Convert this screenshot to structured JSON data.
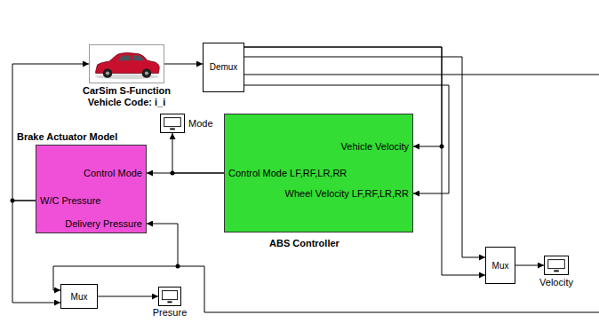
{
  "diagram": {
    "nodes": [
      {
        "text": [
          "CarSim S-Function Vehicle Code: i_i"
        ]
      },
      {
        "text": [
          "Demux"
        ]
      },
      {
        "text": [
          "Mode"
        ]
      },
      {
        "text": [
          "Brake Actuator Model",
          "Control Mode",
          "W/C Pressure",
          "Delivery Pressure"
        ]
      },
      {
        "text": [
          "ABS Controller",
          "Vehicle Velocity",
          "Control Mode LF,RF,LR,RR",
          "Wheel Velocity LF,RF,LR,RR"
        ]
      },
      {
        "text": [
          "Mux"
        ]
      },
      {
        "text": [
          "Velocity"
        ]
      },
      {
        "text": [
          "Mux"
        ]
      },
      {
        "text": [
          "Presure"
        ]
      }
    ],
    "edges": [
      {
        "from": 0,
        "to": 1,
        "arrow": "to"
      },
      {
        "from": 1,
        "to": 4,
        "arrow": "to"
      },
      {
        "from": 1,
        "to": 4,
        "arrow": "to"
      },
      {
        "from": 1,
        "to": 5,
        "arrow": "to"
      },
      {
        "from": 1,
        "to": 5,
        "arrow": "to"
      },
      {
        "from": 4,
        "to": 3,
        "arrow": "to"
      },
      {
        "from": 4,
        "to": 2,
        "arrow": "to"
      },
      {
        "from": 3,
        "to": 0,
        "arrow": "to"
      },
      {
        "from": 3,
        "to": 7,
        "arrow": "to"
      },
      {
        "from": 5,
        "to": 6,
        "arrow": "to"
      },
      {
        "from": 7,
        "to": 8,
        "arrow": "to"
      }
    ]
  }
}
